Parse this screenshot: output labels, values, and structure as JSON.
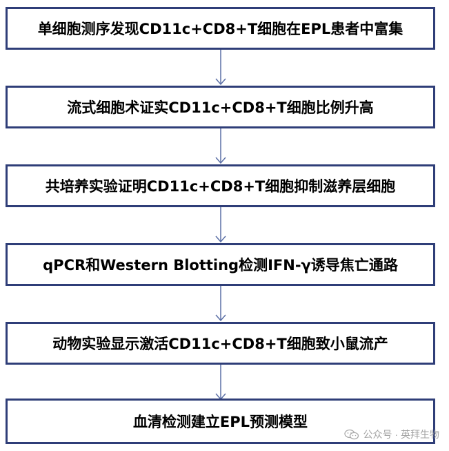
{
  "flowchart": {
    "steps": [
      "单细胞测序发现CD11c+CD8+T细胞在EPL患者中富集",
      "流式细胞术证实CD11c+CD8+T细胞比例升高",
      "共培养实验证明CD11c+CD8+T细胞抑制滋养层细胞",
      "qPCR和Western Blotting检测IFN-γ诱导焦亡通路",
      "动物实验显示激活CD11c+CD8+T细胞致小鼠流产",
      "血清检测建立EPL预测模型"
    ],
    "box_border_color": "#2f3e78",
    "arrow_color": "#5b6fa6"
  },
  "watermark": {
    "text": "公众号 · 英拜生物",
    "icon": "wechat-icon"
  }
}
